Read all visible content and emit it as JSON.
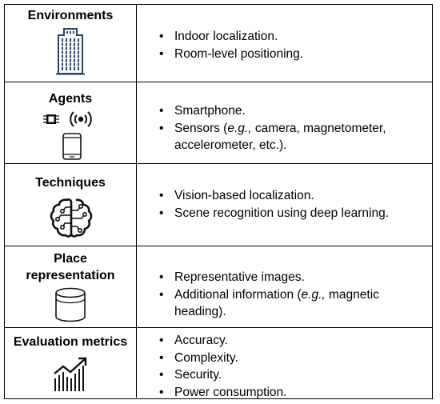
{
  "rows": [
    {
      "label": "Environments",
      "icon": "building-icon",
      "items": [
        "Indoor localization.",
        "Room-level positioning."
      ]
    },
    {
      "label": "Agents",
      "icons": [
        "chip-icon",
        "broadcast-icon",
        "smartphone-icon"
      ],
      "items": [
        {
          "pre": "Smartphone.",
          "em": "",
          "post": ""
        },
        {
          "pre": "Sensors (",
          "em": "e.g.,",
          "post": " camera, magnetometer, accelerometer, etc.)."
        }
      ]
    },
    {
      "label": "Techniques",
      "icon": "brain-circuit-icon",
      "items": [
        "Vision-based localization.",
        "Scene recognition using deep learning."
      ]
    },
    {
      "label_lines": [
        "Place",
        "representation"
      ],
      "icon": "database-icon",
      "items": [
        {
          "pre": "Representative images.",
          "em": "",
          "post": ""
        },
        {
          "pre": "Additional information (",
          "em": "e.g.,",
          "post": " magnetic heading)."
        }
      ]
    },
    {
      "label": "Evaluation metrics",
      "icon": "chart-growth-icon",
      "items": [
        "Accuracy.",
        "Complexity.",
        "Security.",
        "Power consumption."
      ]
    }
  ]
}
